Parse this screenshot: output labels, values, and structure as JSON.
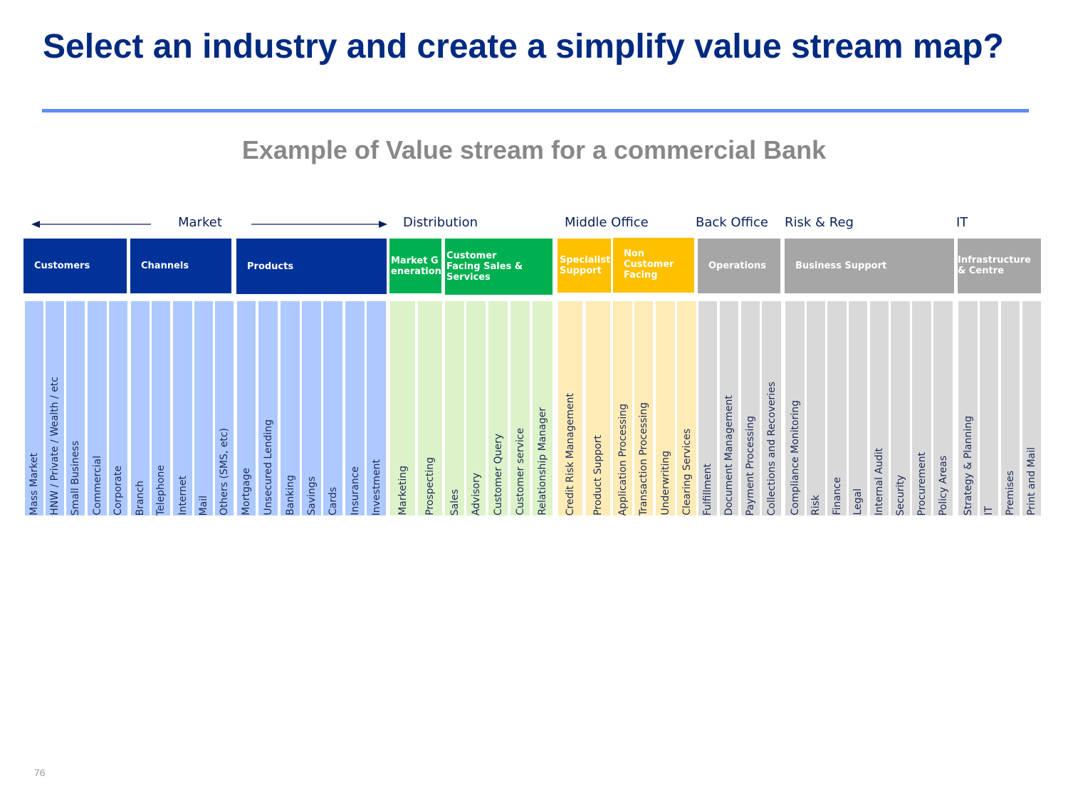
{
  "title": "Select an industry and create a simplify value stream map?",
  "subtitle": "Example of Value stream for a commercial Bank",
  "page_number": "76",
  "colors": {
    "title": "#002a80",
    "rule": "#5b8ef0",
    "blue_header": "#00329a",
    "blue_column": "#aec9ff",
    "green_header": "#00b050",
    "green_column": "#dcf2c8",
    "yellow_header": "#ffc000",
    "yellow_column": "#ffebb6",
    "gray_header": "#a6a6a6",
    "gray_column": "#d9d9d9"
  },
  "categories": [
    {
      "label": "Market"
    },
    {
      "label": "Distribution"
    },
    {
      "label": "Middle Office"
    },
    {
      "label": "Back Office"
    },
    {
      "label": "Risk & Reg"
    },
    {
      "label": "IT"
    }
  ],
  "groups": [
    {
      "label": "Customers",
      "color": "blue",
      "items": [
        "Mass Market",
        "HNW / Private / Wealth / etc",
        "Small Business",
        "Commercial",
        "Corporate"
      ]
    },
    {
      "label": "Channels",
      "color": "blue",
      "items": [
        "Branch",
        "Telephone",
        "Internet",
        "Mail",
        "Others (SMS, etc)"
      ]
    },
    {
      "label": "Products",
      "color": "blue",
      "items": [
        "Mortgage",
        "Unsecured Lending",
        "Banking",
        "Savings",
        "Cards",
        "Insurance",
        "Investment"
      ]
    },
    {
      "label": "Market Generation",
      "color": "green",
      "items": [
        "Marketing",
        "Prospecting"
      ]
    },
    {
      "label": "Customer Facing Sales & Services",
      "color": "green",
      "items": [
        "Sales",
        "Advisory",
        "Customer Query",
        "Customer service",
        "Relationship Manager"
      ]
    },
    {
      "label": "Specialist Support",
      "color": "yellow",
      "items": [
        "Credit Risk Management",
        "Product Support"
      ]
    },
    {
      "label": "Non Customer Facing",
      "color": "yellow",
      "items": [
        "Application Processing",
        "Transaction Processing",
        "Underwriting",
        "Clearing Services"
      ]
    },
    {
      "label": "Operations",
      "color": "gray",
      "items": [
        "Fulfillment",
        "Document Management",
        "Payment Processing",
        "Collections and Recoveries"
      ]
    },
    {
      "label": "Business Support",
      "color": "gray",
      "items": [
        "Compliance Monitoring",
        "Risk",
        "Finance",
        "Legal",
        "Internal Audit",
        "Security",
        "Procurement",
        "Policy Areas"
      ]
    },
    {
      "label": "Infrastructure & Centre",
      "color": "gray",
      "items": [
        "Strategy & Planning",
        "IT",
        "Premises",
        "Print and Mail"
      ]
    }
  ]
}
